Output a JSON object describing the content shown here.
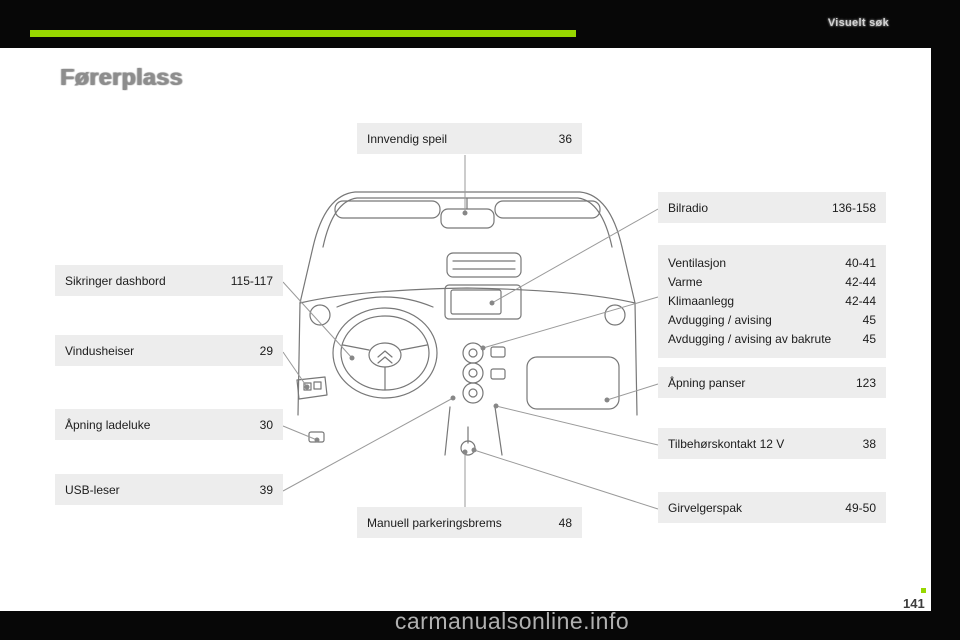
{
  "header": {
    "section_label": "Visuelt søk"
  },
  "page": {
    "title": "Førerplass",
    "page_number": "141",
    "watermark": "carmanualsonline.info"
  },
  "colors": {
    "accent_green": "#97d700"
  },
  "callouts": {
    "top": {
      "label": "Innvendig speil",
      "pages": "36"
    },
    "bottom": {
      "label": "Manuell parkeringsbrems",
      "pages": "48"
    },
    "left": [
      {
        "label": "Sikringer dashbord",
        "pages": "115-117"
      },
      {
        "label": "Vindusheiser",
        "pages": "29"
      },
      {
        "label": "Åpning ladeluke",
        "pages": "30"
      },
      {
        "label": "USB-leser",
        "pages": "39"
      }
    ],
    "right": [
      {
        "label": "Bilradio",
        "pages": "136-158"
      },
      {
        "label": "Åpning panser",
        "pages": "123"
      },
      {
        "label": "Tilbehørskontakt 12 V",
        "pages": "38"
      },
      {
        "label": "Girvelgerspak",
        "pages": "49-50"
      }
    ],
    "climate_group": [
      {
        "label": "Ventilasjon",
        "pages": "40-41"
      },
      {
        "label": "Varme",
        "pages": "42-44"
      },
      {
        "label": "Klimaanlegg",
        "pages": "42-44"
      },
      {
        "label": "Avdugging / avising",
        "pages": "45"
      },
      {
        "label": "Avdugging / avising av bakrute",
        "pages": "45"
      }
    ]
  }
}
